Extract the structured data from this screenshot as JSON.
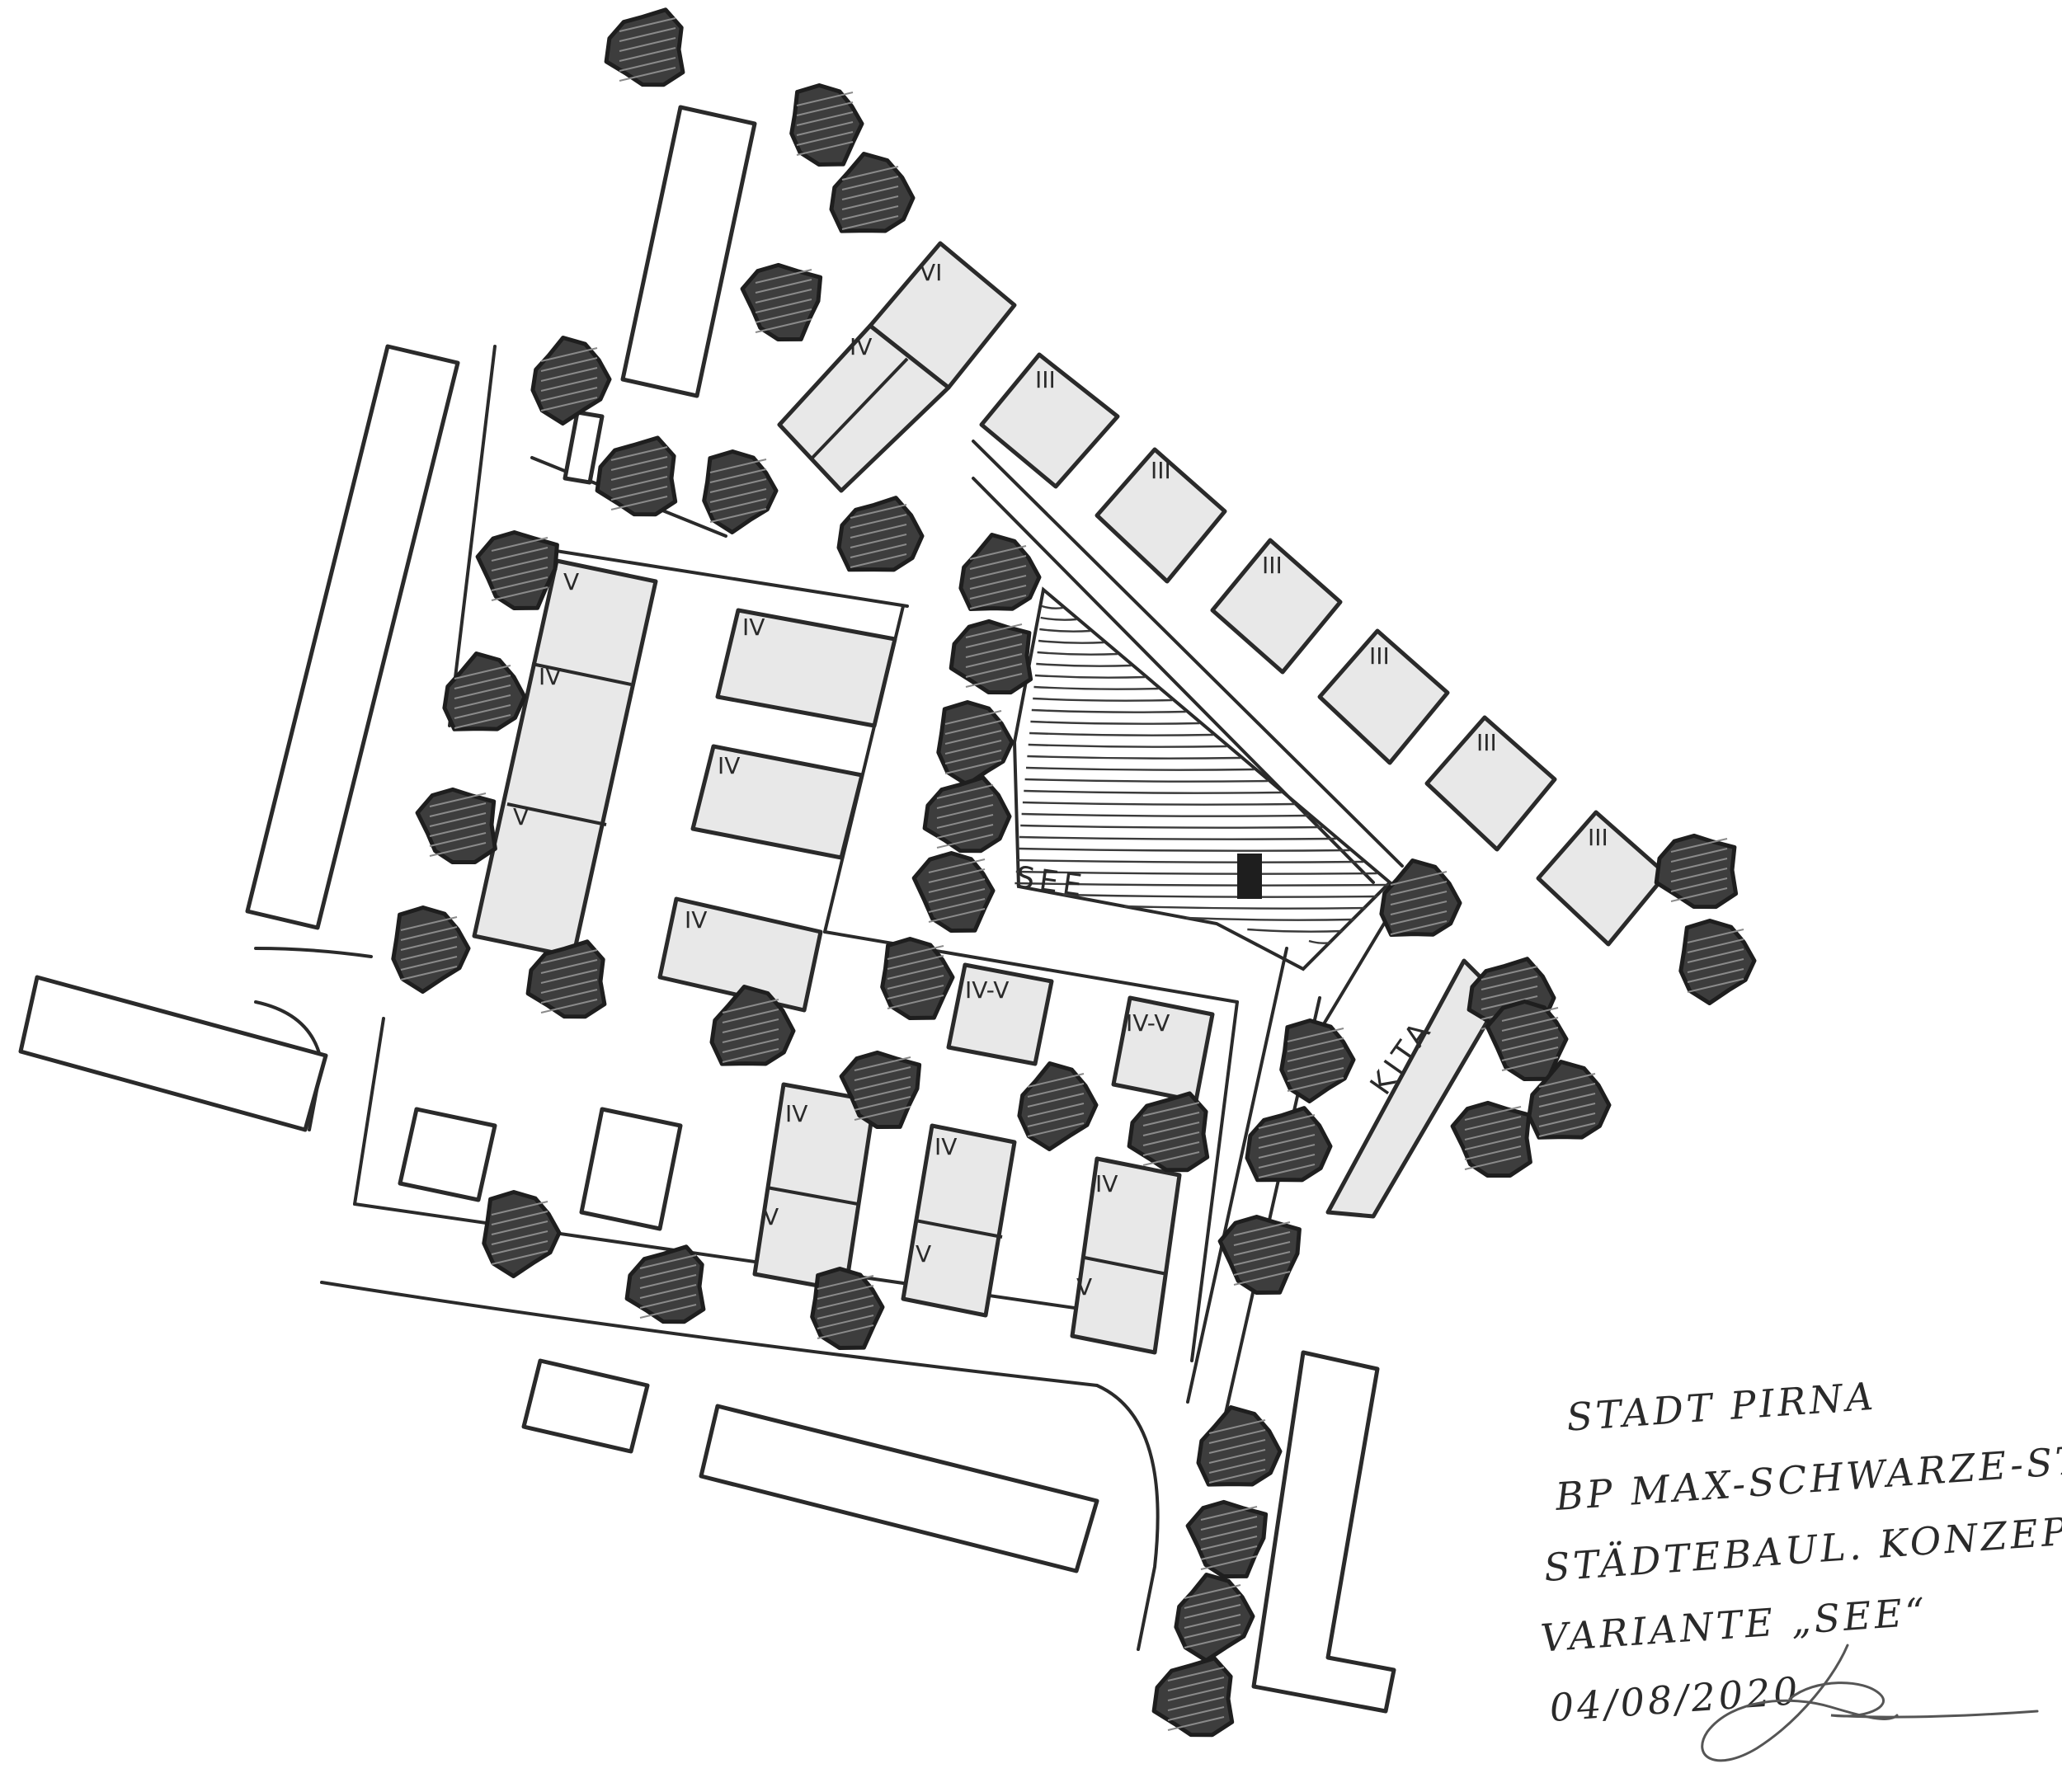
{
  "title_block": {
    "line1": "STADT PIRNA",
    "line2": "BP MAX-SCHWARZE-STR.",
    "line3": "STÄDTEBAUL. KONZEPT",
    "line4": "VARIANTE „SEE“",
    "date": "04/08/2020"
  },
  "labels": {
    "lake": "SEE",
    "kita": "KITA"
  },
  "floor_labels": [
    "VI",
    "IV",
    "III",
    "III",
    "III",
    "III",
    "III",
    "III",
    "V",
    "IV",
    "V",
    "IV",
    "IV",
    "IV",
    "IV-V",
    "IV-V",
    "IV",
    "V",
    "IV",
    "V",
    "IV",
    "V"
  ],
  "colors": {
    "ink": "#2a2a2a",
    "tree": "#3d3d3d",
    "shade": "#e8e8e8",
    "paper": "#ffffff"
  }
}
